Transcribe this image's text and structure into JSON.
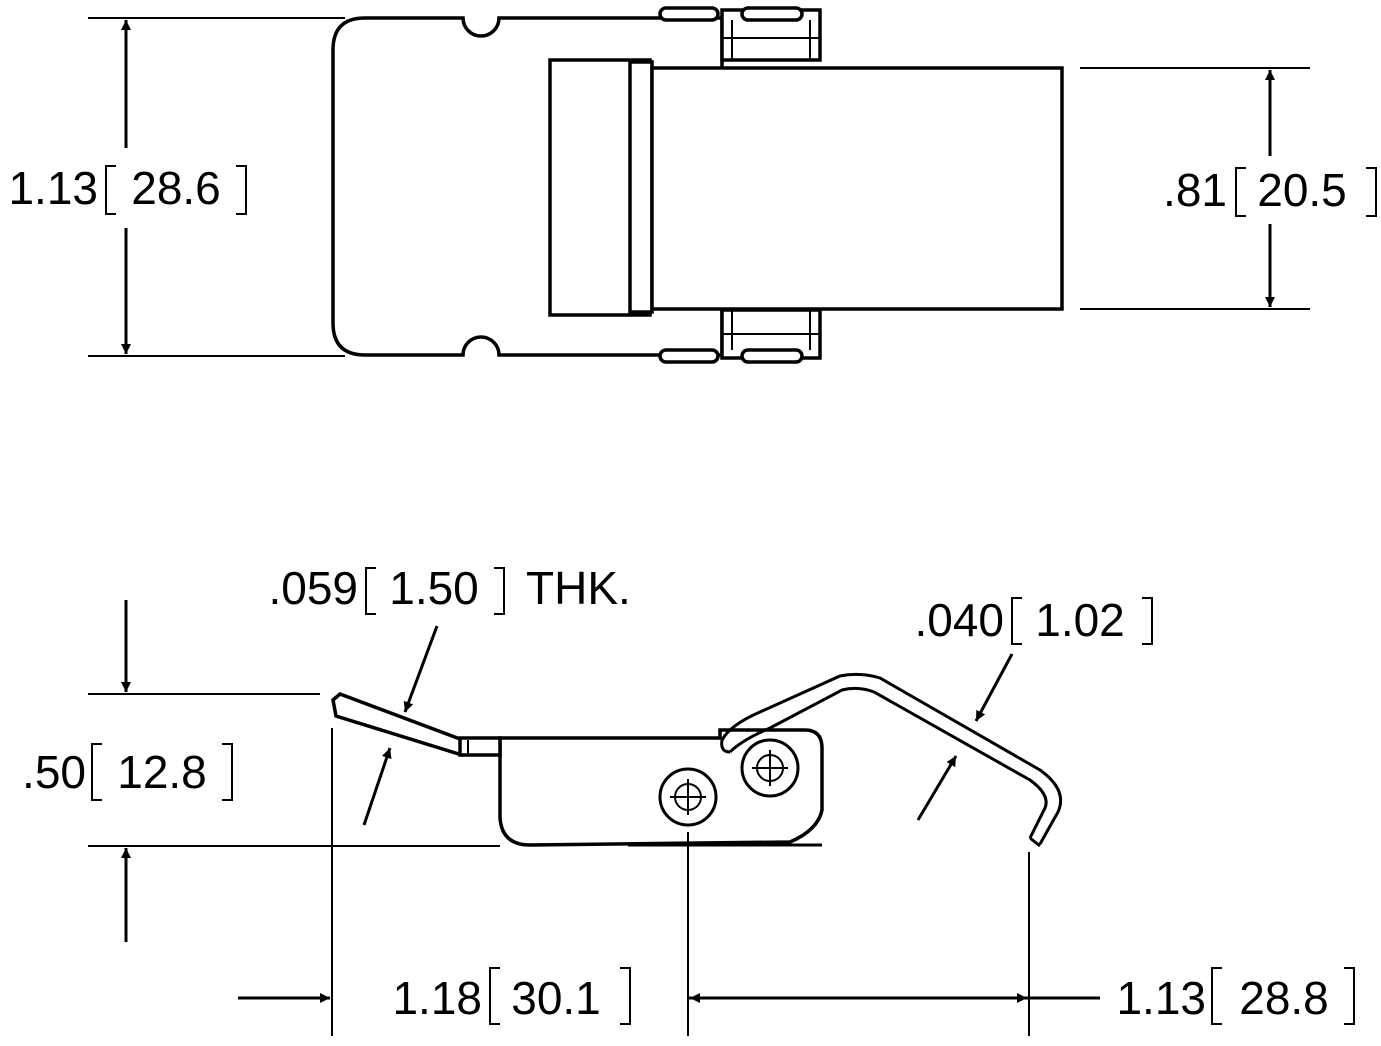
{
  "drawing_title": "",
  "dimensions": {
    "top_overall_height": {
      "inch": "1.13",
      "mm": "28.6"
    },
    "top_cover_width": {
      "inch": ".81",
      "mm": "20.5"
    },
    "side_material_thickness": {
      "inch": ".059",
      "mm": "1.50",
      "suffix": "THK."
    },
    "side_wire_diameter": {
      "inch": ".040",
      "mm": "1.02"
    },
    "side_height": {
      "inch": ".50",
      "mm": "12.8"
    },
    "side_base_to_screw": {
      "inch": "1.18",
      "mm": "30.1"
    },
    "side_screw_to_hook": {
      "inch": "1.13",
      "mm": "28.8"
    }
  },
  "colors": {
    "line": "#000000",
    "background": "#ffffff"
  }
}
